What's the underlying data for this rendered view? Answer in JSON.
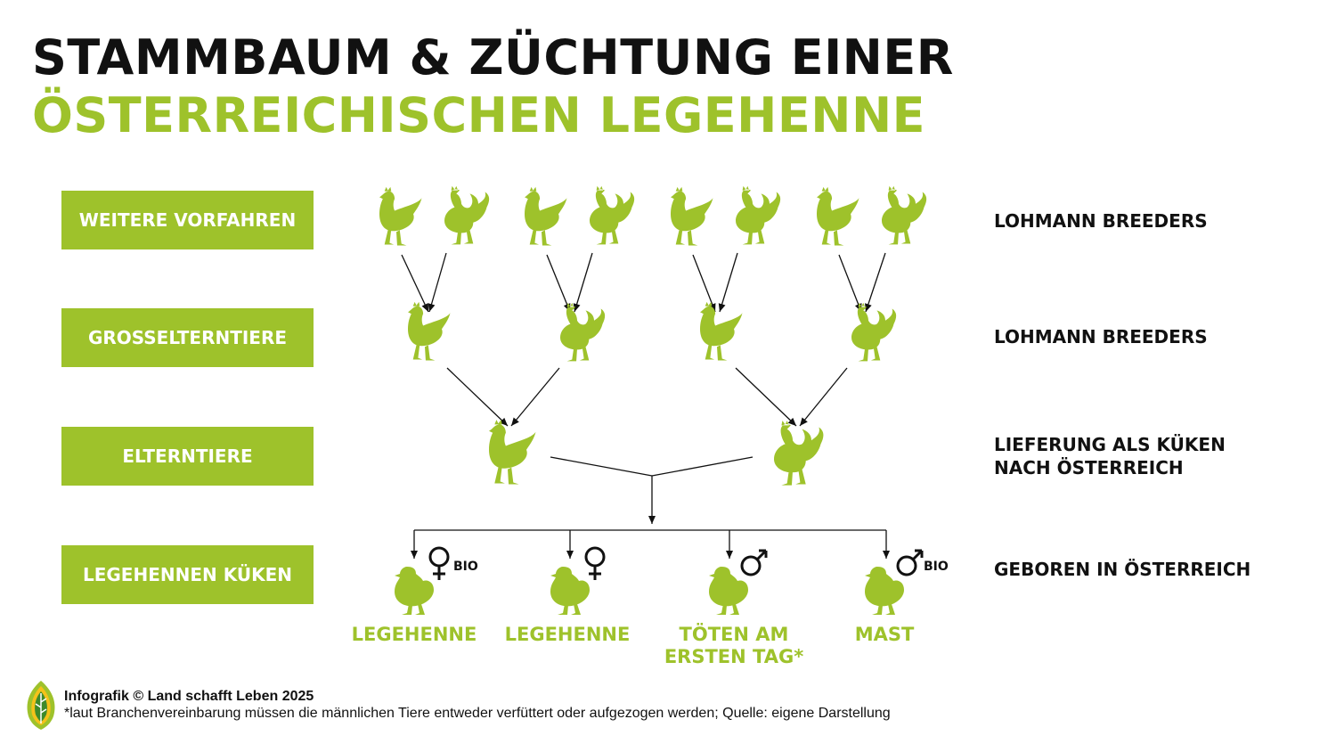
{
  "title": {
    "line1": "STAMMBAUM & ZÜCHTUNG EINER",
    "line2": "ÖSTERREICHISCHEN LEGEHENNE"
  },
  "levels": [
    {
      "label": "WEITERE VORFAHREN",
      "right": "LOHMANN BREEDERS"
    },
    {
      "label": "GROSSELTERNTIERE",
      "right": "LOHMANN BREEDERS"
    },
    {
      "label": "ELTERNTIERE",
      "right_line1": "LIEFERUNG ALS KÜKEN",
      "right_line2": "NACH ÖSTERREICH"
    },
    {
      "label": "LEGEHENNEN KÜKEN",
      "right": "GEBOREN IN ÖSTERREICH"
    }
  ],
  "chicks": [
    {
      "sex": "female",
      "badge": "BIO",
      "outcome_line1": "LEGEHENNE",
      "outcome_line2": ""
    },
    {
      "sex": "female",
      "badge": "",
      "outcome_line1": "LEGEHENNE",
      "outcome_line2": ""
    },
    {
      "sex": "male",
      "badge": "",
      "outcome_line1": "TÖTEN AM",
      "outcome_line2": "ERSTEN TAG*"
    },
    {
      "sex": "male",
      "badge": "BIO",
      "outcome_line1": "MAST",
      "outcome_line2": ""
    }
  ],
  "footer": {
    "credit": "Infografik © Land schafft Leben 2025",
    "note": "*laut Branchenvereinbarung müssen die männlichen Tiere entweder verfüttert oder aufgezogen werden; Quelle: eigene Darstellung"
  },
  "colors": {
    "accent": "#9ec22b",
    "text": "#111111",
    "background": "#ffffff"
  },
  "icons": [
    "hen-icon",
    "rooster-icon",
    "chick-icon",
    "female-symbol-icon",
    "male-symbol-icon",
    "logo-leaf-icon"
  ]
}
